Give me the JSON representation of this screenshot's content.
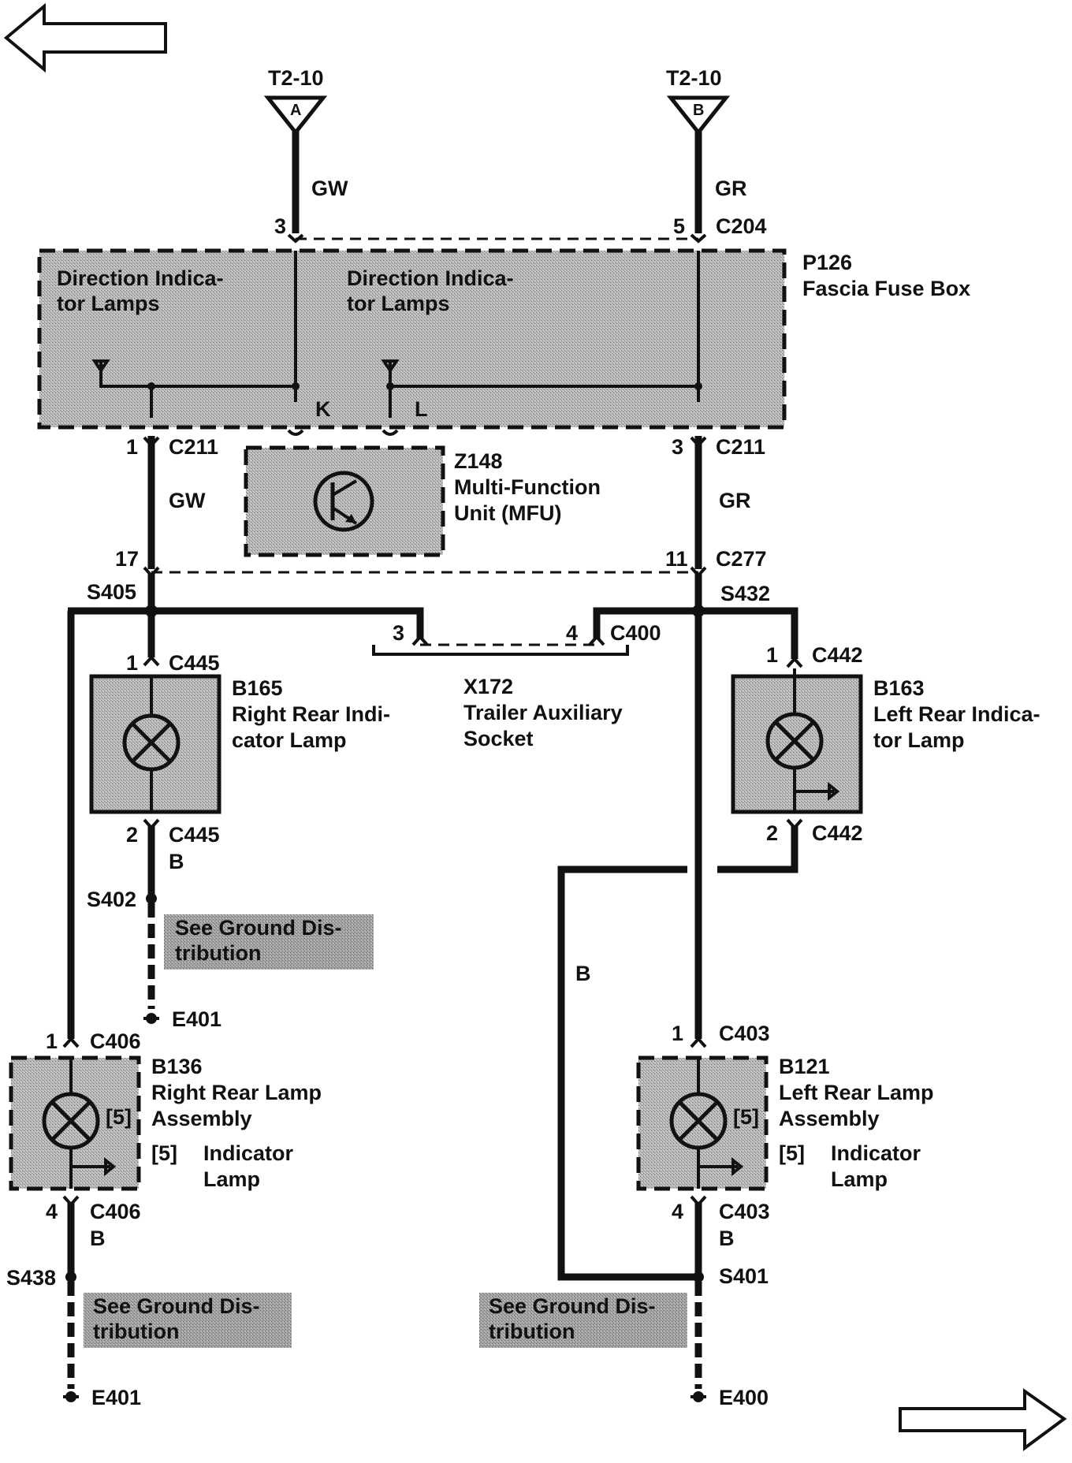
{
  "connectors": {
    "feed_a": {
      "ref": "T2-10",
      "letter": "A"
    },
    "feed_b": {
      "ref": "T2-10",
      "letter": "B"
    }
  },
  "wires": {
    "gw_top": "GW",
    "gr_top": "GR",
    "gw_mid": "GW",
    "gr_mid": "GR",
    "b_right_long": "B",
    "b_c445": "B",
    "b_c406": "B",
    "b_c403": "B"
  },
  "pins": {
    "c204_left_pin": "3",
    "c204_right_pin": "5",
    "c204": "C204",
    "k": "K",
    "l": "L",
    "c211_left_pin": "1",
    "c211_left": "C211",
    "c211_right_pin": "3",
    "c211_right": "C211",
    "c277_left_pin": "17",
    "c277_right_pin": "11",
    "c277": "C277",
    "s405": "S405",
    "s432": "S432",
    "c400_left_pin": "3",
    "c400_right_pin": "4",
    "c400": "C400",
    "c445_top_pin": "1",
    "c445_top": "C445",
    "c445_bottom_pin": "2",
    "c445_bottom": "C445",
    "c442_top_pin": "1",
    "c442_top": "C442",
    "c442_bottom_pin": "2",
    "c442_bottom": "C442",
    "s402": "S402",
    "e401_mid": "E401",
    "c406_top_pin": "1",
    "c406_top": "C406",
    "c406_bottom_pin": "4",
    "c406_bottom": "C406",
    "c403_top_pin": "1",
    "c403_top": "C403",
    "c403_bottom_pin": "4",
    "c403_bottom": "C403",
    "s438": "S438",
    "s401": "S401",
    "e401_bottom": "E401",
    "e400_bottom": "E400",
    "b136_idx": "[5]",
    "b121_idx": "[5]"
  },
  "components": {
    "p126": {
      "code": "P126",
      "name": "Fascia Fuse Box",
      "inner_left": [
        "Direction Indica-",
        "tor Lamps"
      ],
      "inner_right": [
        "Direction Indica-",
        "tor Lamps"
      ]
    },
    "z148": {
      "code": "Z148",
      "line1": "Multi-Function",
      "line2": "Unit (MFU)"
    },
    "b165": {
      "code": "B165",
      "line1": "Right Rear Indi-",
      "line2": "cator Lamp"
    },
    "x172": {
      "code": "X172",
      "line1": "Trailer Auxiliary",
      "line2": "Socket"
    },
    "b163": {
      "code": "B163",
      "line1": "Left Rear Indica-",
      "line2": "tor Lamp"
    },
    "b136": {
      "code": "B136",
      "line1": "Right Rear Lamp",
      "line2": "Assembly",
      "legend_idx": "[5]",
      "legend_line1": "Indicator",
      "legend_line2": "Lamp"
    },
    "b121": {
      "code": "B121",
      "line1": "Left Rear Lamp",
      "line2": "Assembly",
      "legend_idx": "[5]",
      "legend_line1": "Indicator",
      "legend_line2": "Lamp"
    }
  },
  "notes": {
    "ground_left": [
      "See Ground Dis-",
      "tribution"
    ],
    "ground_left_bottom": [
      "See Ground Dis-",
      "tribution"
    ],
    "ground_right_bottom": [
      "See Ground Dis-",
      "tribution"
    ]
  }
}
